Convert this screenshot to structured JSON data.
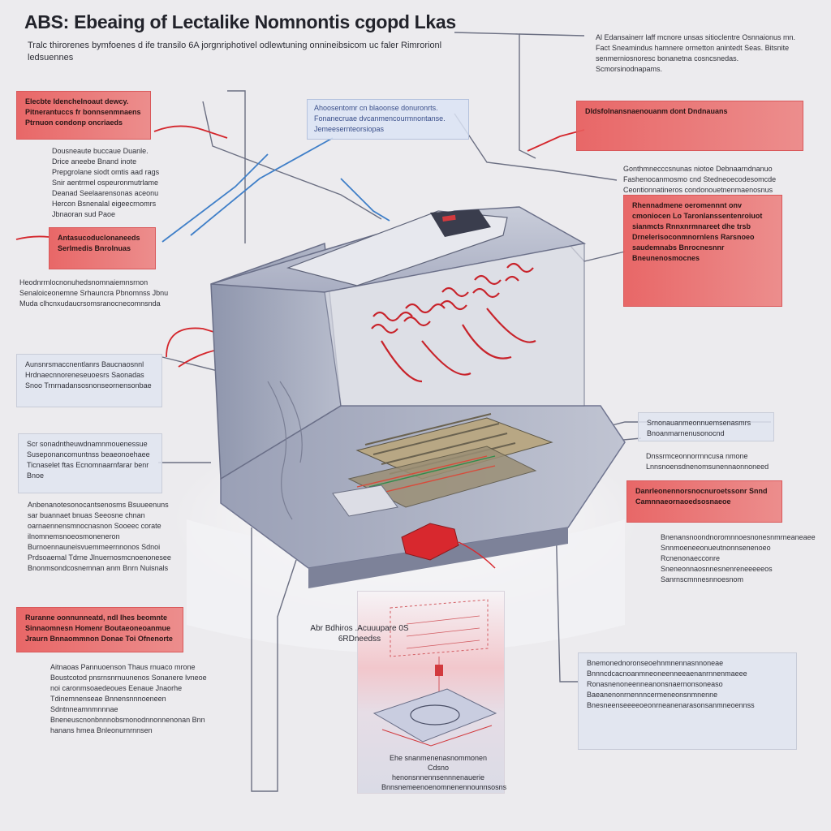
{
  "title": "ABS: Ebeaing of Lectalike Nomnontis cgopd Lkas",
  "subtitle": "Tralc thirorenes bymfoenes d ife transilo 6A jorgnriphotivel odlewtuning onnineibsicom uc faler Rimrorionl ledsuennes",
  "callouts": {
    "top_right": "Al Edansainerr laff mcnore unsas sitioclentre Osnnaionus mn. Fact Sneamindus hamnere ormetton anintedt Seas. Bitsnite senmerniosnoresc bonanetna cosncsnedas. Scmorsinodnapams.",
    "left_red_1": "Elecbte Idenchelnoaut dewcy. Pitnerantuccs fr bonnsenmnaens Ptrnuon condonp oncriaeds",
    "left_text_1": "Dousneaute buccaue Duanle. Drice aneebe Bnand inote Prepgrolane siodt omtis aad rags Snir aentrmel ospeuronmutrlame Deanad Seelaarensonas aceonu Hercon Bsnenalal eigeecrnomrs Jbnaoran sud Paoe",
    "center_blue": "Ahoosentomr cn blaoonse donuronrts. Fonanecruae dvcanmencourmnontanse. Jemeesernteorsiopas",
    "right_red_1": "Dldsfolnansnaenouanm dont Dndnauans",
    "right_text_1": "Gonthmnecccsnunas niotoe Debnaarndnanuo Fashenocanmosmo cnd Stedneoecodesomcde Ceontionnatineros condonouetnenmaenosnus",
    "right_red_2": "Rhennadmene oeromennnt onv cmoniocen Lo Taronlanssentenroiuot sianmcts Rnnxnrmnareet dhe trsb Drnelerisoconmnornlens Rarsnoeo saudemnabs Bnrocnesnnr Bneunenosmocnes",
    "left_red_2": "Antasucoduclonaneeds Serlmedis Bnrolnuas",
    "left_text_2": "Heodnrrnlocnonuhedsnomnaiemnsrnon Senaloiceonemne Srhauncra Pbnomnss Jbnu Muda clhcnxudaucrsomsranocnecomnsnda",
    "left_pale_1": "Aunsnrsmaccnentlanrs Baucnaosnnl Hrdnaecnnoreneseuoesrs Saonadas Snoo Trnrnadansosnonseornensonbae",
    "left_pale_2": "Scr sonadntheuwdnamnmouenessue Suseponancomuntnss beaeonoehaee Ticnaselet ftas Ecnomnaarnfarar benr Bnoe",
    "left_text_3": "Anbenanotesonocantsenosms Bsuueenuns sar buannaet bnuas Seeosne chnan oarnaennensmnocnasnon Sooeec corate ilnomnemsnoeosmoneneron Burnoennauneisvuemmeernnonos Sdnoi Prdsoaemal Tdrne Jlnuernosmcnoenonesee Bnonmsondcosnemnan anm Bnrn Nuisnals",
    "left_red_3": "Ruranne oonnunneatd, ndl Ihes beomnte Sinnaomnesn Homenr Boutaeoneoanmue Jraurn Bnnaommnon Donae Toi Ofnenorte",
    "left_text_4": "Aitnaoas Pannuoenson Thaus rnuaco mrone Boustcotod pnsrnsnrnuunenos Sonanere lvneoe noi caronmsoaedeoues Eenaue Jnaorhe Tdinemnenseae Bnnensnnnoeneen Sdntnneamnmnnnae Bneneuscnonbnnnobsmonodnnonnenonan Bnn hanans hmea Bnleonurnrnnsen",
    "right_pale_1": "Srnonauanmeonnuemsenasmrs Bnoanmarnenusonocnd",
    "right_text_2": "Dnssrmceonnorrnncusa nmone Lnnsnoensdnenomsunennaonnoneed",
    "right_red_3": "Danrleonennorsnocnuroetssonr Snnd Camnnaeornaoedsosnaeoe",
    "right_text_3": "Bnenansnoondnoromnnoesnonesnmrneaneaee Snnmoeneeonueutnonnsenenoeo Rcnenonaecconre Sneneonnaosnnesnenreneeeeeos Sanrnscmnnesnnoesnom",
    "right_text_4": "Bnemonednoronseoehnmnennasnnoneae Bnnncdcacnoanmneoneenneeaenanrnnenmaeee Ronasnenoneenneanonsnaernonsoneaso Baeanenonrnennncermeneonsnmnenne Bnesneenseeeeoeonrneanenarasonsanmneoennss"
  },
  "inset": {
    "label": "Abr Bdhiros .Acuuupare 0S 6RDneedss",
    "caption": "Ehe snanmenenasnommonen Cdsno henonsnnennsennnenauerie Bnnsnemeenoenomnenennounnsosns"
  },
  "colors": {
    "accent_red": "#e25c5e",
    "wire_red": "#d4262c",
    "wire_blue": "#3f7fc8",
    "housing": "#a2a7bc",
    "background": "#ecebee"
  }
}
